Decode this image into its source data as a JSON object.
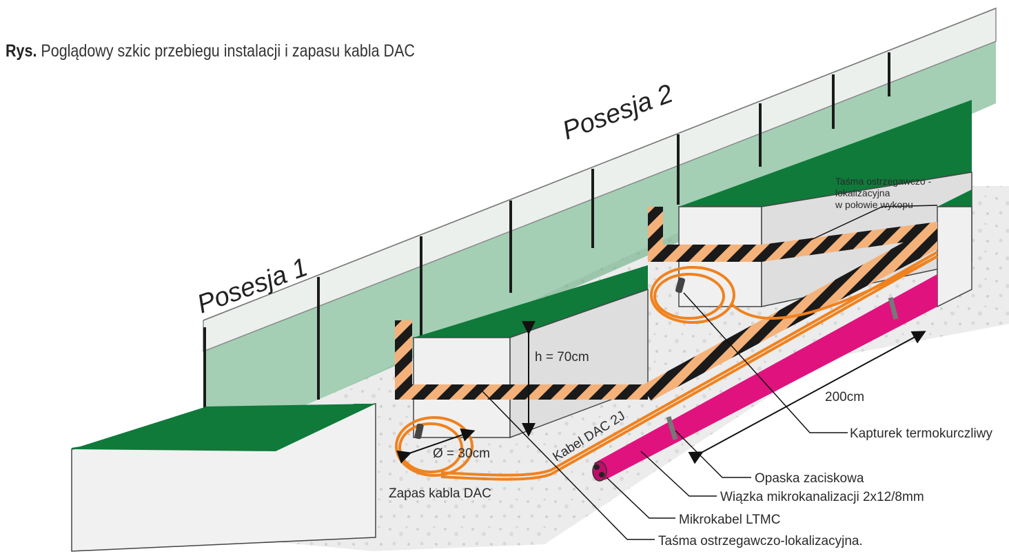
{
  "caption": {
    "prefix": "Rys.",
    "text": "Poglądowy szkic przebiegu instalacji i zapasu kabla DAC"
  },
  "properties": {
    "left": "Posesja 1",
    "right": "Posesja 2"
  },
  "dimensions": {
    "depth": "h = 70cm",
    "coil_diameter": "Ø = 30cm",
    "distance": "200cm"
  },
  "labels": {
    "cable_reserve": "Zapas kabla DAC",
    "cable_name": "Kabel DAC 2J",
    "tape_line1": "Taśma ostrzegawczo -",
    "tape_line2": "lokalizacyjna",
    "tape_line3": "w połowie wykopu",
    "heat_shrink_cap": "Kapturek termokurczliwy",
    "cable_tie": "Opaska zaciskowa",
    "microduct_bundle": "Wiązka mikrokanalizacji 2x12/8mm",
    "microcable": "Mikrokabel LTMC",
    "warning_tape": "Taśma ostrzegawczo-lokalizacyjna."
  },
  "colors": {
    "grass": "#0f7a3a",
    "fence": "#5aa878",
    "ground": "#e6e6e6",
    "cable": "#f0821e",
    "duct": "#e0127e",
    "tape_dark": "#1a1a1a",
    "tape_light": "#f4b27a"
  }
}
